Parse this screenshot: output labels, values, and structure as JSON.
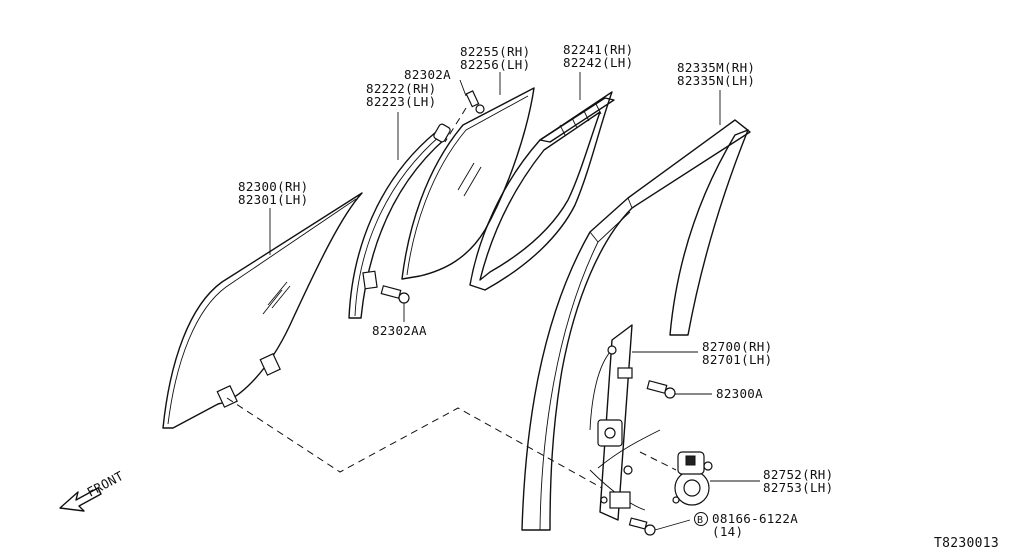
{
  "labels": {
    "p82255": "82255(RH)",
    "p82256": "82256(LH)",
    "p82241": "82241(RH)",
    "p82242": "82242(LH)",
    "p82302A": "82302A",
    "p82222": "82222(RH)",
    "p82223": "82223(LH)",
    "p82335M": "82335M(RH)",
    "p82335N": "82335N(LH)",
    "p82300": "82300(RH)",
    "p82301": "82301(LH)",
    "p82302AA": "82302AA",
    "p82700": "82700(RH)",
    "p82701": "82701(LH)",
    "p82300A": "82300A",
    "p82752": "82752(RH)",
    "p82753": "82753(LH)",
    "bolt_marker": "B",
    "bolt_part": "08166-6122A",
    "bolt_qty": "(14)",
    "front": "FRONT",
    "diagram_id": "T8230013"
  },
  "icons": {
    "front_arrow": "front-arrow-icon",
    "bolt_marker": "circle-b-icon"
  }
}
